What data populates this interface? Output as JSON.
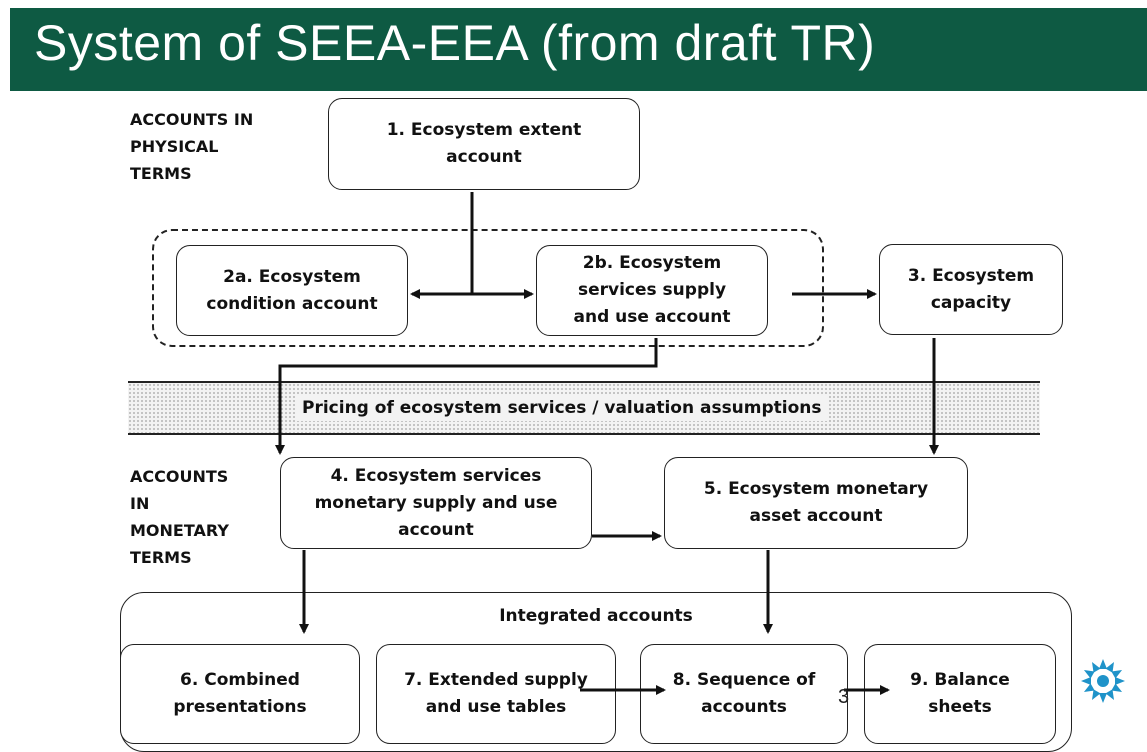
{
  "title": "System of SEEA-EEA (from draft TR)",
  "sections": {
    "physical": "ACCOUNTS IN\nPHYSICAL\nTERMS",
    "monetary": "ACCOUNTS\nIN\nMONETARY\nTERMS"
  },
  "boxes": {
    "b1": "1. Ecosystem extent\naccount",
    "b2a": "2a. Ecosystem\ncondition account",
    "b2b": "2b. Ecosystem\nservices supply\nand use account",
    "b3": "3. Ecosystem\ncapacity",
    "b4": "4. Ecosystem services\nmonetary supply and use\naccount",
    "b5": "5. Ecosystem monetary\nasset account",
    "b6": "6. Combined\npresentations",
    "b7": "7. Extended supply\nand use tables",
    "b8": "8. Sequence of\naccounts",
    "b9": "9. Balance\nsheets"
  },
  "pricing_band": "Pricing of ecosystem services / valuation assumptions",
  "integrated_label": "Integrated accounts",
  "page_number": "3",
  "colors": {
    "title_background": "#0e5a43",
    "logo": "#1f93c9"
  }
}
